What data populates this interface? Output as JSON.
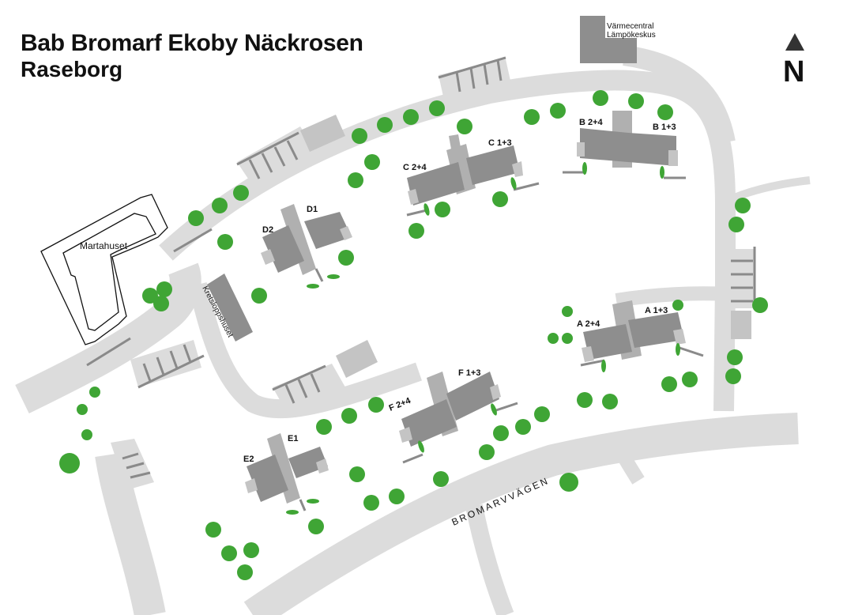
{
  "title": "Bab Bromarf Ekoby Näckrosen",
  "subtitle": "Raseborg",
  "north_label": "N",
  "road_name": "BROMARVVÄGEN",
  "buildings": {
    "martahuset": "Martahuset",
    "kretslopp": "Kretsloppshuset",
    "varme": "Värmecentral",
    "lampo": "Lämpökeskus"
  },
  "units": {
    "a24": "A 2+4",
    "a13": "A 1+3",
    "b24": "B 2+4",
    "b13": "B 1+3",
    "c24": "C 2+4",
    "c13": "C 1+3",
    "d2": "D2",
    "d1": "D1",
    "e2": "E2",
    "e1": "E1",
    "f24": "F 2+4",
    "f13": "F 1+3"
  },
  "colors": {
    "road": "#dcdcdc",
    "building": "#8e8e8e",
    "tree": "#3fa535",
    "parking": "#8a8a8a"
  }
}
